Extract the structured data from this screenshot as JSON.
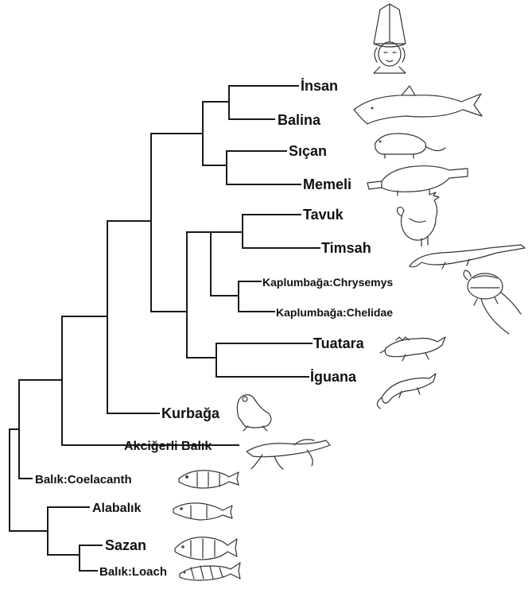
{
  "taxa": {
    "insan": "İnsan",
    "balina": "Balina",
    "sican": "Sıçan",
    "memeli": "Memeli",
    "tavuk": "Tavuk",
    "timsah": "Timsah",
    "kaplumbaga_chrysemys": "Kaplumbağa:Chrysemys",
    "kaplumbaga_chelidae": "Kaplumbağa:Chelidae",
    "tuatara": "Tuatara",
    "iguana": "İguana",
    "kurbaga": "Kurbağa",
    "akcigerli_balik": "Akciğerli Balık",
    "balik_coelacanth": "Balık:Coelacanth",
    "alabalik": "Alabalık",
    "sazan": "Sazan",
    "balik_loach": "Balık:Loach"
  },
  "colors": {
    "line": "#1a1a1a",
    "text": "#111111",
    "background": "#ffffff"
  },
  "icons": [
    "human-bishop-icon",
    "dolphin-icon",
    "rat-icon",
    "platypus-icon",
    "chicken-icon",
    "crocodile-icon",
    "turtle-icon",
    "tuatara-icon",
    "iguana-icon",
    "frog-icon",
    "lungfish-icon",
    "coelacanth-icon",
    "trout-icon",
    "carp-icon",
    "loach-icon"
  ]
}
